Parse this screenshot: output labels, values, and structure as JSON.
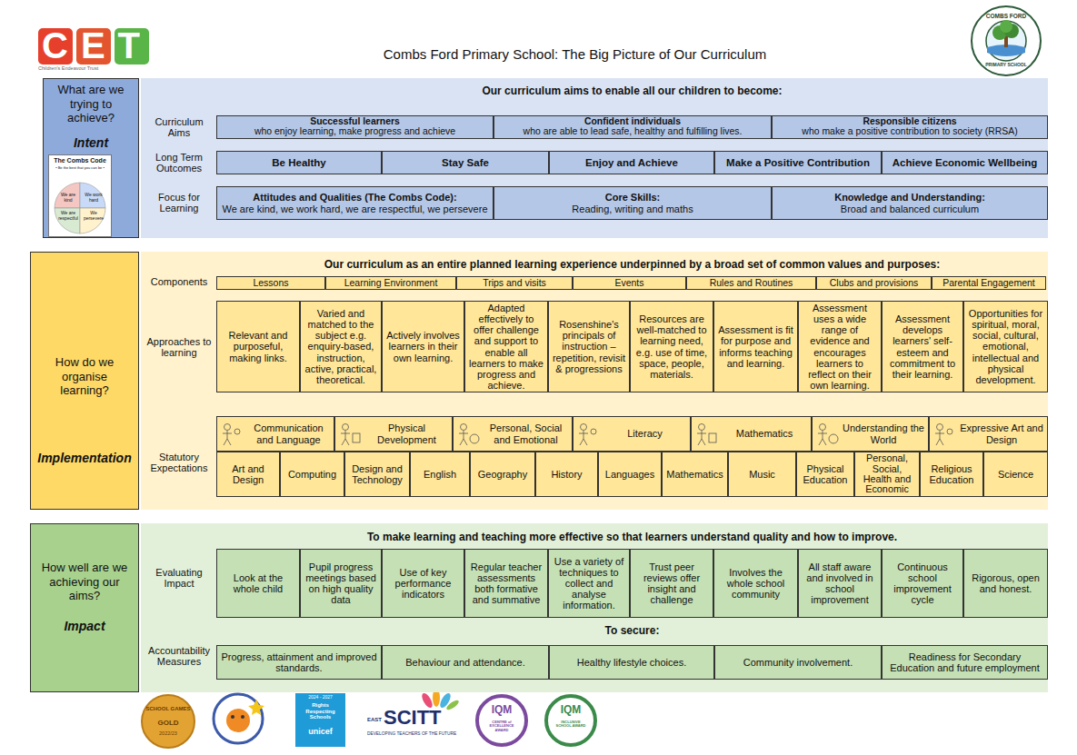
{
  "diagram": {
    "title": "Combs Ford Primary School: The Big Picture of Our Curriculum",
    "nodes": [
      {
        "text": [
          "What are we trying to achieve?",
          "Intent"
        ]
      },
      {
        "text": [
          "The Combs Code",
          "• Be the best that you can be •",
          "We are kind",
          "We work hard",
          "We are respectful",
          "We persevere"
        ],
        "in": 0
      },
      {
        "text": [
          "Our curriculum aims to enable all our children to become:"
        ]
      },
      {
        "text": [
          "Successful learners",
          "who enjoy learning, make progress and achieve"
        ],
        "in": 2
      },
      {
        "text": [
          "Confident individuals",
          "who are able to lead safe, healthy and fulfilling lives."
        ],
        "in": 2
      },
      {
        "text": [
          "Responsible citizens",
          "who make a positive contribution to society (RRSA)"
        ],
        "in": 2
      },
      {
        "text": [
          "Be Healthy"
        ],
        "in": 2
      },
      {
        "text": [
          "Stay Safe"
        ],
        "in": 2
      },
      {
        "text": [
          "Enjoy and Achieve"
        ],
        "in": 2
      },
      {
        "text": [
          "Make a Positive Contribution"
        ],
        "in": 2
      },
      {
        "text": [
          "Achieve Economic Wellbeing"
        ],
        "in": 2
      },
      {
        "text": [
          "Attitudes and Qualities (The Combs Code):",
          "We are kind, we work hard, we are respectful, we persevere"
        ],
        "in": 2
      },
      {
        "text": [
          "Core Skills:",
          "Reading, writing and maths"
        ],
        "in": 2
      },
      {
        "text": [
          "Knowledge and Understanding:",
          "Broad and balanced curriculum"
        ],
        "in": 2
      },
      {
        "text": [
          "How do we organise learning?",
          "Implementation"
        ]
      },
      {
        "text": [
          "Our curriculum as an entire planned learning experience underpinned by a broad set of common values and purposes:"
        ]
      },
      {
        "text": [
          "Lessons"
        ],
        "in": 15
      },
      {
        "text": [
          "Learning Environment"
        ],
        "in": 15
      },
      {
        "text": [
          "Trips and visits"
        ],
        "in": 15
      },
      {
        "text": [
          "Events"
        ],
        "in": 15
      },
      {
        "text": [
          "Rules and Routines"
        ],
        "in": 15
      },
      {
        "text": [
          "Clubs and provisions"
        ],
        "in": 15
      },
      {
        "text": [
          "Parental Engagement"
        ],
        "in": 15
      },
      {
        "text": [
          "Relevant and purposeful, making links."
        ],
        "in": 15
      },
      {
        "text": [
          "Varied and matched to the subject e.g. enquiry-based, instruction, active, practical, theoretical."
        ],
        "in": 15
      },
      {
        "text": [
          "Actively involves learners in their own learning."
        ],
        "in": 15
      },
      {
        "text": [
          "Adapted effectively to offer challenge and support to enable all learners to make progress and achieve."
        ],
        "in": 15
      },
      {
        "text": [
          "Rosenshine's principals of instruction – repetition, revisit & progressions"
        ],
        "in": 15
      },
      {
        "text": [
          "Resources are well-matched to learning need, e.g. use of time, space, people, materials."
        ],
        "in": 15
      },
      {
        "text": [
          "Assessment is fit for purpose and informs teaching and learning."
        ],
        "in": 15
      },
      {
        "text": [
          "Assessment uses a wide range of evidence and encourages learners to reflect on their own learning."
        ],
        "in": 15
      },
      {
        "text": [
          "Assessment develops learners' self-esteem and commitment to their learning."
        ],
        "in": 15
      },
      {
        "text": [
          "Opportunities for spiritual, moral, social, cultural, emotional, intellectual and physical development."
        ],
        "in": 15
      },
      {
        "text": [
          "Communication and Language"
        ],
        "in": 15
      },
      {
        "text": [
          "Physical Development"
        ],
        "in": 15
      },
      {
        "text": [
          "Personal, Social and Emotional"
        ],
        "in": 15
      },
      {
        "text": [
          "Literacy"
        ],
        "in": 15
      },
      {
        "text": [
          "Mathematics"
        ],
        "in": 15
      },
      {
        "text": [
          "Understanding the World"
        ],
        "in": 15
      },
      {
        "text": [
          "Expressive Art and Design"
        ],
        "in": 15
      },
      {
        "text": [
          "Art and Design"
        ],
        "in": 15
      },
      {
        "text": [
          "Computing"
        ],
        "in": 15
      },
      {
        "text": [
          "Design and Technology"
        ],
        "in": 15
      },
      {
        "text": [
          "English"
        ],
        "in": 15
      },
      {
        "text": [
          "Geography"
        ],
        "in": 15
      },
      {
        "text": [
          "History"
        ],
        "in": 15
      },
      {
        "text": [
          "Languages"
        ],
        "in": 15
      },
      {
        "text": [
          "Mathematics"
        ],
        "in": 15
      },
      {
        "text": [
          "Music"
        ],
        "in": 15
      },
      {
        "text": [
          "Physical Education"
        ],
        "in": 15
      },
      {
        "text": [
          "Personal, Social, Health and Economic"
        ],
        "in": 15
      },
      {
        "text": [
          "Religious Education"
        ],
        "in": 15
      },
      {
        "text": [
          "Science"
        ],
        "in": 15
      },
      {
        "text": [
          "How well are we achieving our aims?",
          "Impact"
        ]
      },
      {
        "text": [
          "To make learning and teaching more effective so that learners understand quality and how to improve."
        ]
      },
      {
        "text": [
          "Look at the whole child"
        ],
        "in": 54
      },
      {
        "text": [
          "Pupil progress meetings based on high quality data"
        ],
        "in": 54
      },
      {
        "text": [
          "Use of key performance indicators"
        ],
        "in": 54
      },
      {
        "text": [
          "Regular teacher assessments both formative and summative"
        ],
        "in": 54
      },
      {
        "text": [
          "Use a variety of techniques to collect and analyse information."
        ],
        "in": 54
      },
      {
        "text": [
          "Trust peer reviews offer insight and challenge"
        ],
        "in": 54
      },
      {
        "text": [
          "Involves the whole school community"
        ],
        "in": 54
      },
      {
        "text": [
          "All staff aware and involved in school improvement"
        ],
        "in": 54
      },
      {
        "text": [
          "Continuous school improvement cycle"
        ],
        "in": 54
      },
      {
        "text": [
          "Rigorous, open and honest."
        ],
        "in": 54
      },
      {
        "text": [
          "Progress, attainment and improved standards."
        ],
        "in": 54
      },
      {
        "text": [
          "Behaviour and attendance."
        ],
        "in": 54
      },
      {
        "text": [
          "Healthy lifestyle choices."
        ],
        "in": 54
      },
      {
        "text": [
          "Community involvement."
        ],
        "in": 54
      },
      {
        "text": [
          "Readiness for Secondary Education and future employment"
        ],
        "in": 54
      }
    ],
    "labels": [
      "CET",
      "Children's Endeavour Trust",
      "COMBS FORD",
      "PRIMARY SCHOOL",
      "Curriculum Aims",
      "Long Term Outcomes",
      "Focus for Learning",
      "Components",
      "Approaches to learning",
      "Statutory Expectations",
      "Evaluating Impact",
      "To secure:",
      "Accountability Measures",
      "SCHOOL GAMES",
      "GOLD",
      "2022/23",
      "2024 - 2027",
      "Rights Respecting Schools",
      "unicef",
      "EAST",
      "SCITT",
      "DEVELOPING TEACHERS OF THE FUTURE",
      "IQM",
      "CENTRE of EXCELLENCE AWARD",
      "IQM",
      "INCLUSIVE SCHOOL AWARD"
    ]
  }
}
